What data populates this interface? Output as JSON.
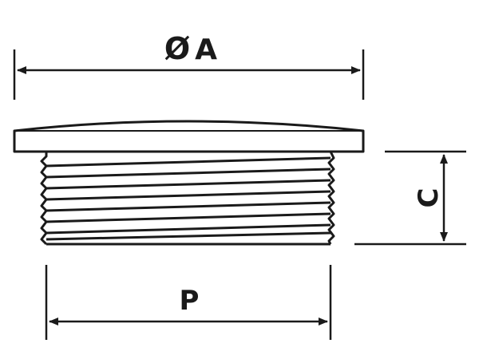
{
  "diagram": {
    "colors": {
      "line": "#1a1a1a",
      "background": "#ffffff"
    },
    "labels": {
      "diameter_symbol": "Ø",
      "diameter": "A",
      "height": "C",
      "thread": "P"
    }
  }
}
